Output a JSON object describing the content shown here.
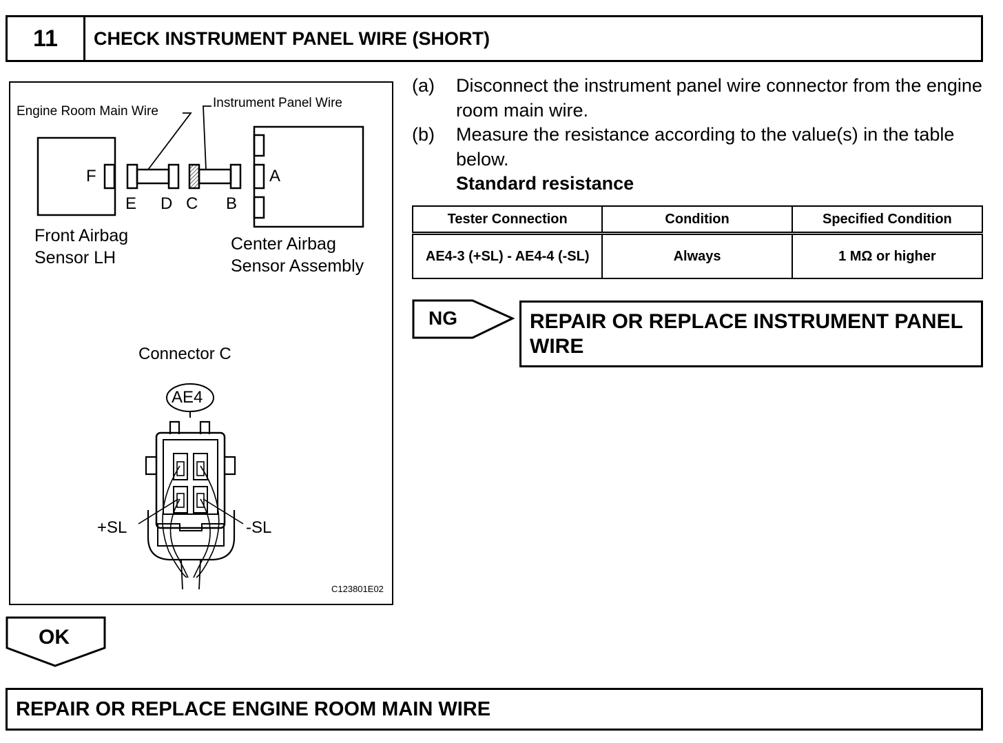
{
  "header": {
    "step_number": "11",
    "title": "CHECK INSTRUMENT PANEL WIRE (SHORT)"
  },
  "figure": {
    "label_engine_room_main_wire": "Engine Room Main Wire",
    "label_instrument_panel_wire": "Instrument Panel Wire",
    "connector_letters": {
      "f": "F",
      "e": "E",
      "d": "D",
      "c": "C",
      "b": "B",
      "a": "A"
    },
    "front_airbag_sensor": [
      "Front Airbag",
      "Sensor LH"
    ],
    "center_airbag_sensor": [
      "Center Airbag",
      "Sensor Assembly"
    ],
    "connector_title": "Connector C",
    "connector_code": "AE4",
    "terminal_plus": "+SL",
    "terminal_minus": "-SL",
    "reference_code": "C123801E02"
  },
  "steps": [
    {
      "key": "(a)",
      "text": "Disconnect the instrument panel wire connector from the engine room main wire."
    },
    {
      "key": "(b)",
      "text": "Measure the resistance according to the value(s) in the table below."
    }
  ],
  "standard_label": "Standard resistance",
  "table": {
    "headers": [
      "Tester Connection",
      "Condition",
      "Specified Condition"
    ],
    "rows": [
      [
        "AE4-3 (+SL) - AE4-4 (-SL)",
        "Always",
        "1 MΩ or higher"
      ]
    ]
  },
  "ng": {
    "label": "NG",
    "action": "REPAIR OR REPLACE INSTRUMENT PANEL WIRE"
  },
  "ok": {
    "label": "OK",
    "action": "REPAIR OR REPLACE ENGINE ROOM MAIN WIRE"
  }
}
